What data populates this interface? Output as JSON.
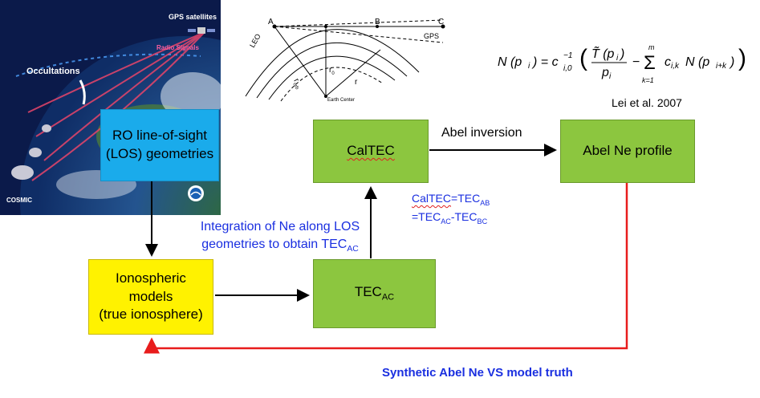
{
  "satellite_image": {
    "gps_label": "GPS satellites",
    "radio_label": "Radio Signals",
    "occultations_label": "Occultations",
    "cosmic_label": "COSMIC",
    "colors": {
      "space": "#0b1a4a",
      "ocean": "#1e4f9a",
      "land": "#3d6b3a",
      "signal": "#e8456a"
    }
  },
  "geometry_diagram": {
    "leo": "LEO",
    "a": "A",
    "b": "B",
    "c": "C",
    "gps": "GPS",
    "r_orb": "r",
    "r_orb_sub": "orb",
    "r0": "r",
    "r0_sub": "0",
    "r": "r",
    "earth_center": "Earth Center"
  },
  "formula": {
    "citation": "Lei et al. 2007"
  },
  "boxes": {
    "ro_los": {
      "line1": "RO line-of-sight",
      "line2": "(LOS) geometries"
    },
    "caltec": "CalTEC",
    "abel_profile": "Abel Ne profile",
    "iono": {
      "line1": "Ionospheric",
      "line2": "models",
      "line3": "(true ionosphere)"
    },
    "tecac": {
      "main": "TEC",
      "sub": "AC"
    }
  },
  "labels": {
    "abel_inversion": "Abel inversion",
    "integration_line1": "Integration of Ne along LOS",
    "integration_line2": "geometries to obtain TEC",
    "integration_sub": "AC",
    "caltec_eq_line1": "CalTEC",
    "caltec_eq_line1b": "=TEC",
    "caltec_eq_sub1": "AB",
    "caltec_eq_line2a": "=TEC",
    "caltec_eq_sub2": "AC",
    "caltec_eq_line2b": "-TEC",
    "caltec_eq_sub3": "BC",
    "synthetic": "Synthetic Abel Ne VS model truth"
  },
  "colors": {
    "green": "#8cc63f",
    "blue_box": "#1aabeb",
    "yellow": "#fff200",
    "text_blue": "#1a2fe0",
    "arrow_red": "#e81c1c"
  }
}
